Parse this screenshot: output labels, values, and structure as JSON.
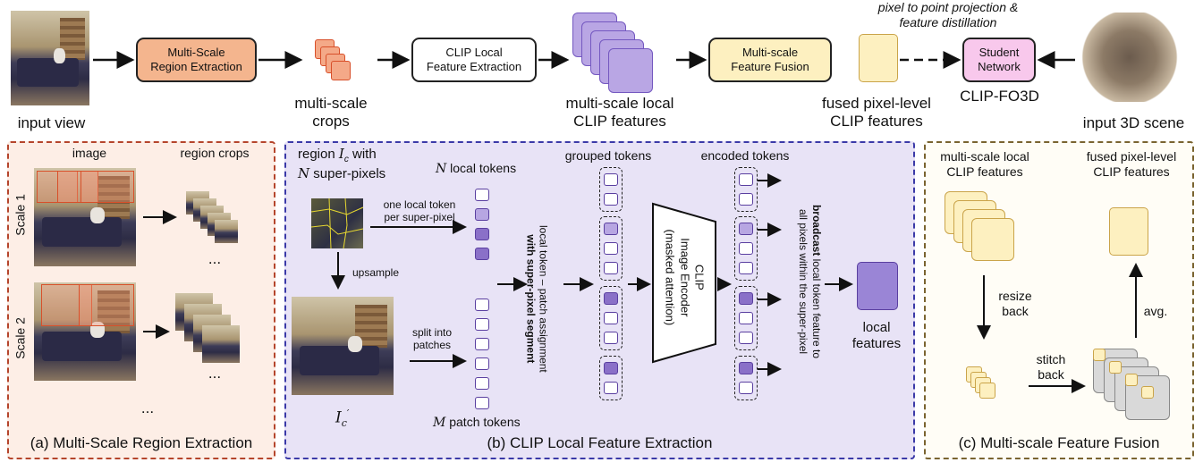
{
  "top": {
    "input_view": "input view",
    "region_extraction": "Multi-Scale\nRegion Extraction",
    "multiscale_crops": "multi-scale\ncrops",
    "clip_local": "CLIP Local\nFeature Extraction",
    "multiscale_local": "multi-scale local\nCLIP features",
    "feature_fusion": "Multi-scale\nFeature Fusion",
    "fused": "fused pixel-level\nCLIP features",
    "projection": "pixel to point projection &\nfeature distillation",
    "student": "Student\nNetwork",
    "clip_fo3d": "CLIP-FO3D",
    "input_scene": "input 3D scene"
  },
  "panel_a": {
    "image": "image",
    "region_crops": "region crops",
    "scale1": "Scale 1",
    "scale2": "Scale 2",
    "dots1": "...",
    "dots2": "...",
    "dots3": "...",
    "caption": "(a) Multi-Scale Region Extraction"
  },
  "panel_b": {
    "region_prefix": "region ",
    "region_sym": "I",
    "region_sub": "c",
    "region_suffix": " with",
    "n_sym": "N",
    "superpixels": " super-pixels",
    "n_local_tokens": " local tokens",
    "one_local": "one local token\nper super-pixel",
    "upsample": "upsample",
    "split": "split into\npatches",
    "ic_prime": "I",
    "ic_prime_sub": "c",
    "ic_prime_sup": "′",
    "m_sym": "M",
    "patch_tokens": " patch tokens",
    "assignment_1": "local token – patch assignment",
    "assignment_2": "with super-pixel segment",
    "grouped": "grouped tokens",
    "encoded": "encoded tokens",
    "encoder_1": "CLIP",
    "encoder_2": "Image Encoder",
    "encoder_3": "(masked attention)",
    "broadcast_bold": "broadcast",
    "broadcast_rest": " local token feature to",
    "broadcast_2": "all pixels within the super-pixel",
    "local_features": "local\nfeatures",
    "caption": "(b) CLIP Local Feature Extraction"
  },
  "panel_c": {
    "ms_local": "multi-scale local\nCLIP features",
    "fused": "fused pixel-level\nCLIP features",
    "resize": "resize\nback",
    "stitch": "stitch\nback",
    "avg": "avg.",
    "caption": "(c) Multi-scale Feature Fusion"
  },
  "colors": {
    "orange_box": "#f4b58e",
    "white_box": "#ffffff",
    "yellow_box": "#fdf0c0",
    "pink_box": "#f8c8ec",
    "purple": "#9a85d6",
    "panel_a_bg": "#fdeee6",
    "panel_a_border": "#b5452c",
    "panel_b_bg": "#e8e3f6",
    "panel_b_border": "#3b3aa8",
    "panel_c_bg": "#fffdf6",
    "panel_c_border": "#7a6430"
  }
}
